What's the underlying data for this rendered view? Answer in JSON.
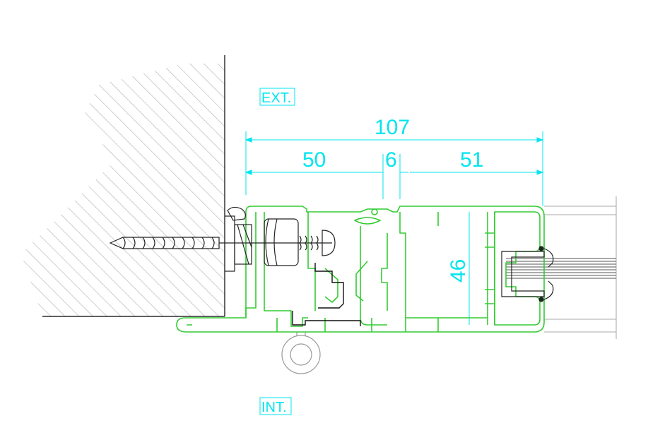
{
  "labels": {
    "exterior": "EXT.",
    "interior": "INT."
  },
  "dimensions": {
    "overall_width": "107",
    "segment_left": "50",
    "segment_gap": "6",
    "segment_right": "51",
    "profile_depth": "46"
  },
  "colors": {
    "profile": "#33cc33",
    "dimension": "#00e5ee",
    "outline": "#000000",
    "hatch": "#9a9a9a",
    "glass": "#888888"
  }
}
